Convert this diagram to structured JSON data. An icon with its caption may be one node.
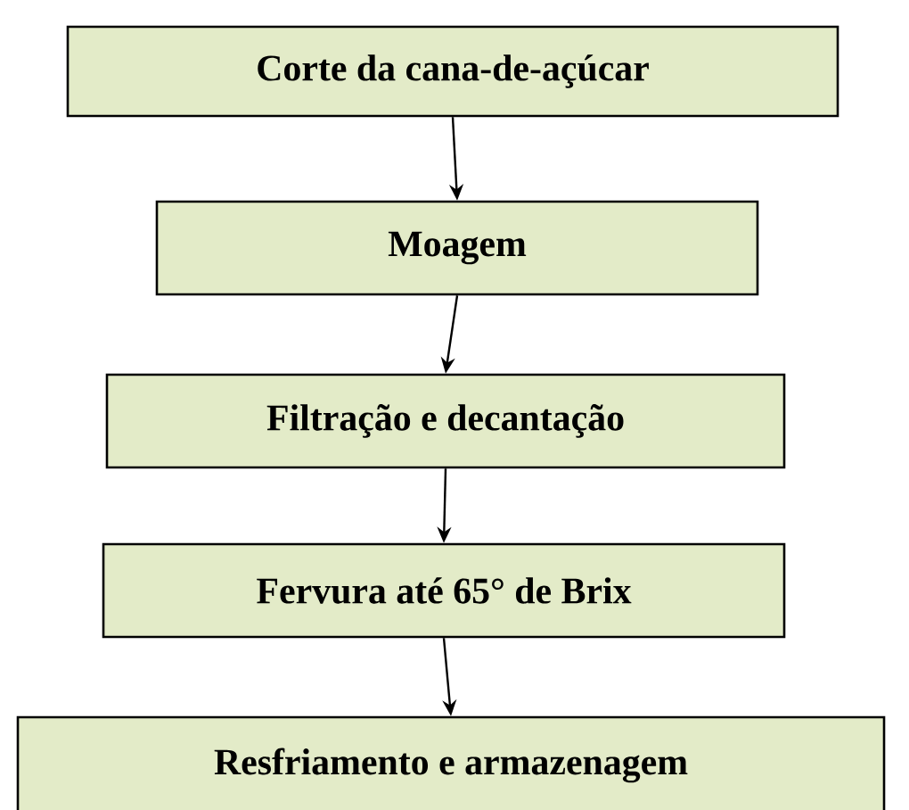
{
  "diagram": {
    "nodes": [
      {
        "text": [
          "Corte da cana-de-açúcar"
        ]
      },
      {
        "text": [
          "Moagem"
        ]
      },
      {
        "text": [
          "Filtração e decantação"
        ]
      },
      {
        "text": [
          "Fervura até 65° de Brix"
        ]
      },
      {
        "text": [
          "Resfriamento e armazenagem"
        ]
      }
    ],
    "edges": [
      {
        "from": 0,
        "to": 1,
        "arrow": "to"
      },
      {
        "from": 1,
        "to": 2,
        "arrow": "to"
      },
      {
        "from": 2,
        "to": 3,
        "arrow": "to"
      },
      {
        "from": 3,
        "to": 4,
        "arrow": "to"
      }
    ]
  }
}
